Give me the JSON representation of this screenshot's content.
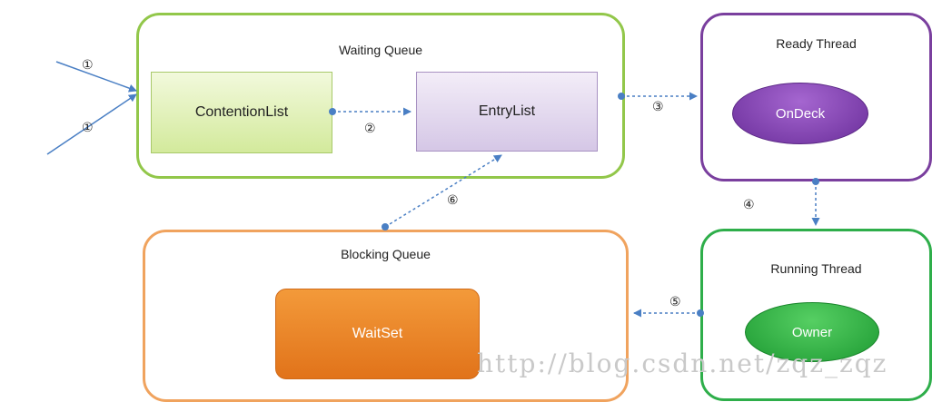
{
  "panels": {
    "waiting_queue": "Waiting Queue",
    "ready_thread": "Ready Thread",
    "blocking_queue": "Blocking Queue",
    "running_thread": "Running Thread"
  },
  "nodes": {
    "contention_list": "ContentionList",
    "entry_list": "EntryList",
    "on_deck": "OnDeck",
    "wait_set": "WaitSet",
    "owner": "Owner"
  },
  "steps": {
    "s1": "①",
    "s2": "②",
    "s3": "③",
    "s4": "④",
    "s5": "⑤",
    "s6": "⑥"
  },
  "watermark": "http://blog.csdn.net/zqz_zqz",
  "colors": {
    "waiting_border": "#92c74a",
    "ready_border": "#7a3f9e",
    "blocking_border": "#f0a35e",
    "running_border": "#2eae4a",
    "arrow": "#4a7fc4"
  }
}
